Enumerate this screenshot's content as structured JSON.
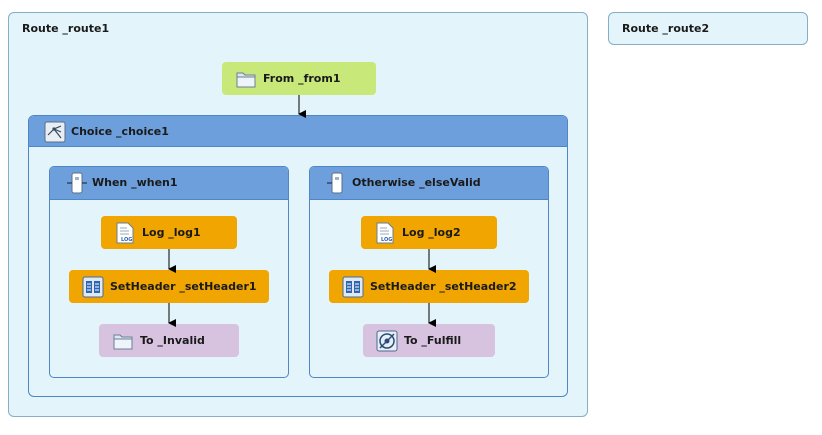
{
  "routes": [
    {
      "title": "Route _route1"
    },
    {
      "title": "Route _route2"
    }
  ],
  "from": {
    "label": "From _from1",
    "icon": "folder-icon"
  },
  "choice": {
    "label": "Choice _choice1",
    "icon": "choice-icon"
  },
  "when": {
    "label": "When _when1",
    "icon": "when-icon",
    "log": {
      "label": "Log _log1",
      "icon": "log-icon"
    },
    "set_header": {
      "label": "SetHeader _setHeader1",
      "icon": "setheader-icon"
    },
    "to": {
      "label": "To _Invalid",
      "icon": "folder-icon"
    }
  },
  "otherwise": {
    "label": "Otherwise _elseValid",
    "icon": "otherwise-icon",
    "log": {
      "label": "Log _log2",
      "icon": "log-icon"
    },
    "set_header": {
      "label": "SetHeader _setHeader2",
      "icon": "setheader-icon"
    },
    "to": {
      "label": "To _Fulfill",
      "icon": "endpoint-icon"
    }
  },
  "colors": {
    "route_bg": "#e3f4fb",
    "container_header": "#6c9fdb",
    "from_node": "#c8e87a",
    "processor_node": "#f0a500",
    "to_node": "#d7c3e0"
  }
}
